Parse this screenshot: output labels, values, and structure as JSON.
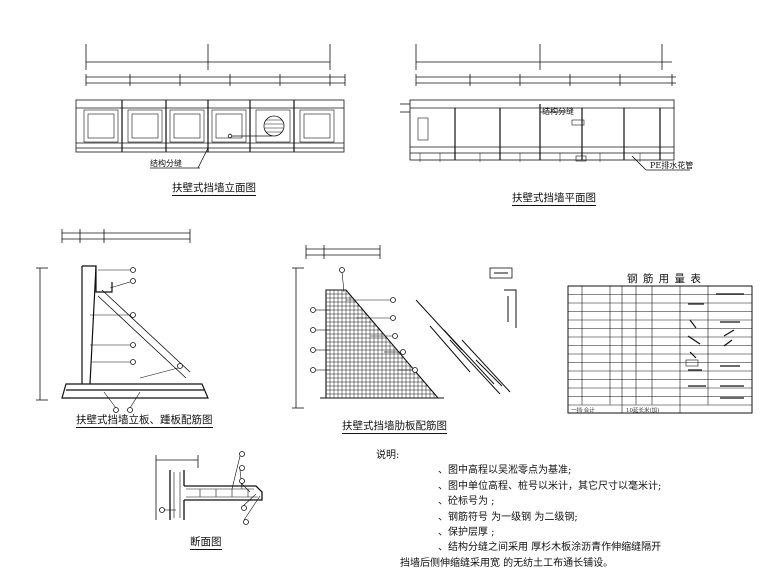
{
  "captions": {
    "elevation": "扶壁式挡墙立面图",
    "plan": "扶壁式挡墙平面图",
    "wall_rebar": "扶壁式挡墙立板、踵板配筋图",
    "buttress_rebar": "扶壁式挡墙肋板配筋图",
    "section": "断面图"
  },
  "callouts": {
    "joint_elevation": "结构分缝",
    "joint_plan": "结构分缝",
    "drain_pipe": "PE排水花管"
  },
  "rebar_table": {
    "title": "钢 筋 用 量 表",
    "total_row": [
      "一挡·合计",
      "10延长米(加)"
    ]
  },
  "notes": {
    "heading": "说明:",
    "lines": [
      "、图中高程以吴淞零点为基准;",
      "、图中单位高程、桩号以米计，其它尺寸以毫米计;",
      "、砼标号为         ;",
      "、钢筋符号      为一级钢        为二级钢;",
      "、保护层厚         ;",
      "、结构分缝之间采用      厚杉木板涂沥青作伸缩缝隔开"
    ],
    "last_line": "挡墙后侧伸缩缝采用宽             的无纺土工布通长铺设。"
  }
}
